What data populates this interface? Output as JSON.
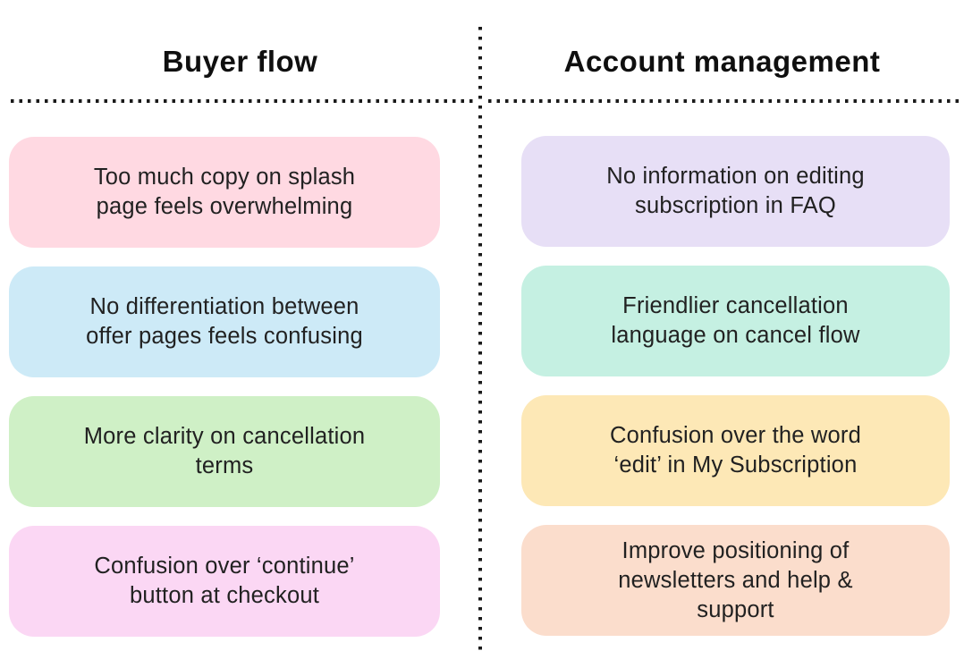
{
  "page": {
    "background_color": "#ffffff",
    "dot_color": "#1a1a1a",
    "text_color": "#212121",
    "header_color": "#0f0f0f"
  },
  "columns": [
    {
      "title": "Buyer flow",
      "cards": [
        {
          "text": "Too much copy on splash\npage feels overwhelming",
          "color": "#FFD9E2"
        },
        {
          "text": "No differentiation between\noffer pages feels confusing",
          "color": "#CDEAF7"
        },
        {
          "text": "More clarity on cancellation\nterms",
          "color": "#CFF0C6"
        },
        {
          "text": "Confusion over ‘continue’\nbutton at checkout",
          "color": "#FBD7F4"
        }
      ]
    },
    {
      "title": "Account management",
      "cards": [
        {
          "text": "No information on editing\nsubscription in FAQ",
          "color": "#E7DFF6"
        },
        {
          "text": "Friendlier cancellation\nlanguage on cancel flow",
          "color": "#C5F0E2"
        },
        {
          "text": "Confusion over the word\n‘edit’ in My Subscription",
          "color": "#FDE8B6"
        },
        {
          "text": "Improve positioning of\nnewsletters and help &\nsupport",
          "color": "#FBDDCC"
        }
      ]
    }
  ]
}
